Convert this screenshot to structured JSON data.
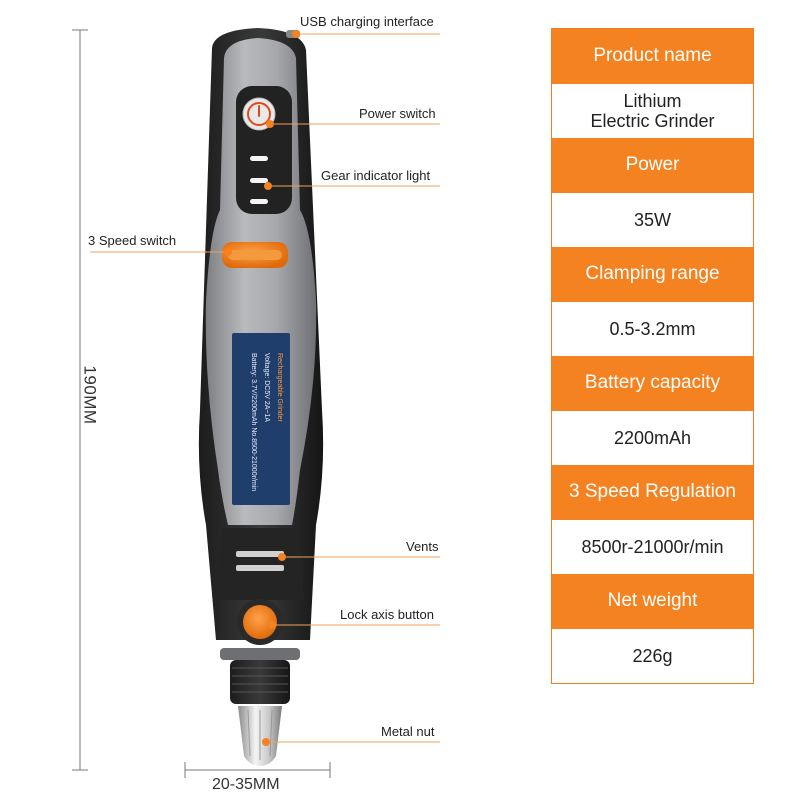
{
  "callouts": {
    "usb": "USB charging interface",
    "power": "Power switch",
    "gear": "Gear indicator light",
    "speed": "3 Speed switch",
    "vents": "Vents",
    "lock": "Lock axis button",
    "nut": "Metal nut"
  },
  "dimensions": {
    "length": "190MM",
    "width": "20-35MM"
  },
  "label_plate": {
    "line1": "Rechargeable Grinder",
    "line2": "Voltage: DC5V  2A~1A",
    "line3": "Battery: 3.7V/2200mAh  No.8500-21000r/min"
  },
  "specs": [
    {
      "header": "Product name",
      "value_lines": [
        "Lithium",
        "Electric Grinder"
      ]
    },
    {
      "header": "Power",
      "value_lines": [
        "35W"
      ]
    },
    {
      "header": "Clamping range",
      "value_lines": [
        "0.5-3.2mm"
      ]
    },
    {
      "header": "Battery capacity",
      "value_lines": [
        "2200mAh"
      ]
    },
    {
      "header": "3 Speed Regulation",
      "value_lines": [
        "8500r-21000r/min"
      ]
    },
    {
      "header": "Net weight",
      "value_lines": [
        "226g"
      ]
    }
  ],
  "colors": {
    "accent": "#f58220",
    "body_gray": "#9a9ca0",
    "grip_black": "#2b2b2b"
  }
}
